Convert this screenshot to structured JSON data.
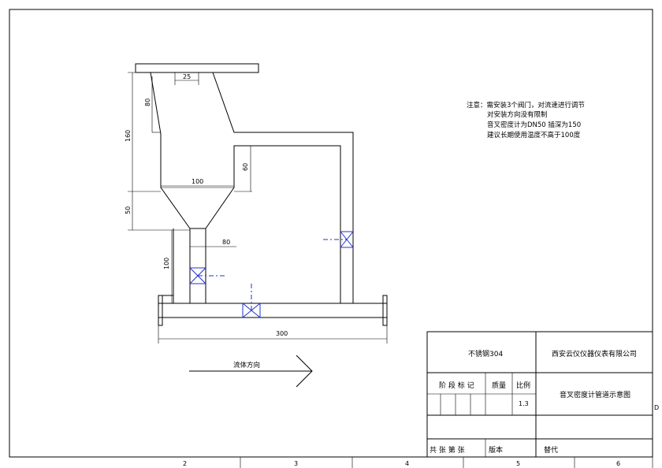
{
  "dimensions": {
    "d25": "25",
    "d80v": "80",
    "d160": "160",
    "d60": "60",
    "d100h": "100",
    "d50": "50",
    "d80h": "80",
    "d100v": "100",
    "d300": "300"
  },
  "notes": {
    "line1": "注意：需安装3个阀门，对流速进行调节",
    "line2": "对安装方向没有限制",
    "line3": "音叉密度计为DN50 插深为150",
    "line4": "建议长期使用温度不高于100度"
  },
  "flow_direction_label": "流体方向",
  "title_block": {
    "material": "不锈钢304",
    "company": "西安云仪仪器仪表有限公司",
    "stage_marking": "阶 段 标 记",
    "mass": "质量",
    "scale_label": "比例",
    "scale_value": "1.3",
    "drawing_title": "音叉密度计管道示意图",
    "sheets": "共  张  第  张",
    "version": "版本",
    "replaces": "替代"
  },
  "border": {
    "zone_numbers": [
      "2",
      "3",
      "4",
      "5",
      "6"
    ],
    "zone_letter": "D"
  }
}
